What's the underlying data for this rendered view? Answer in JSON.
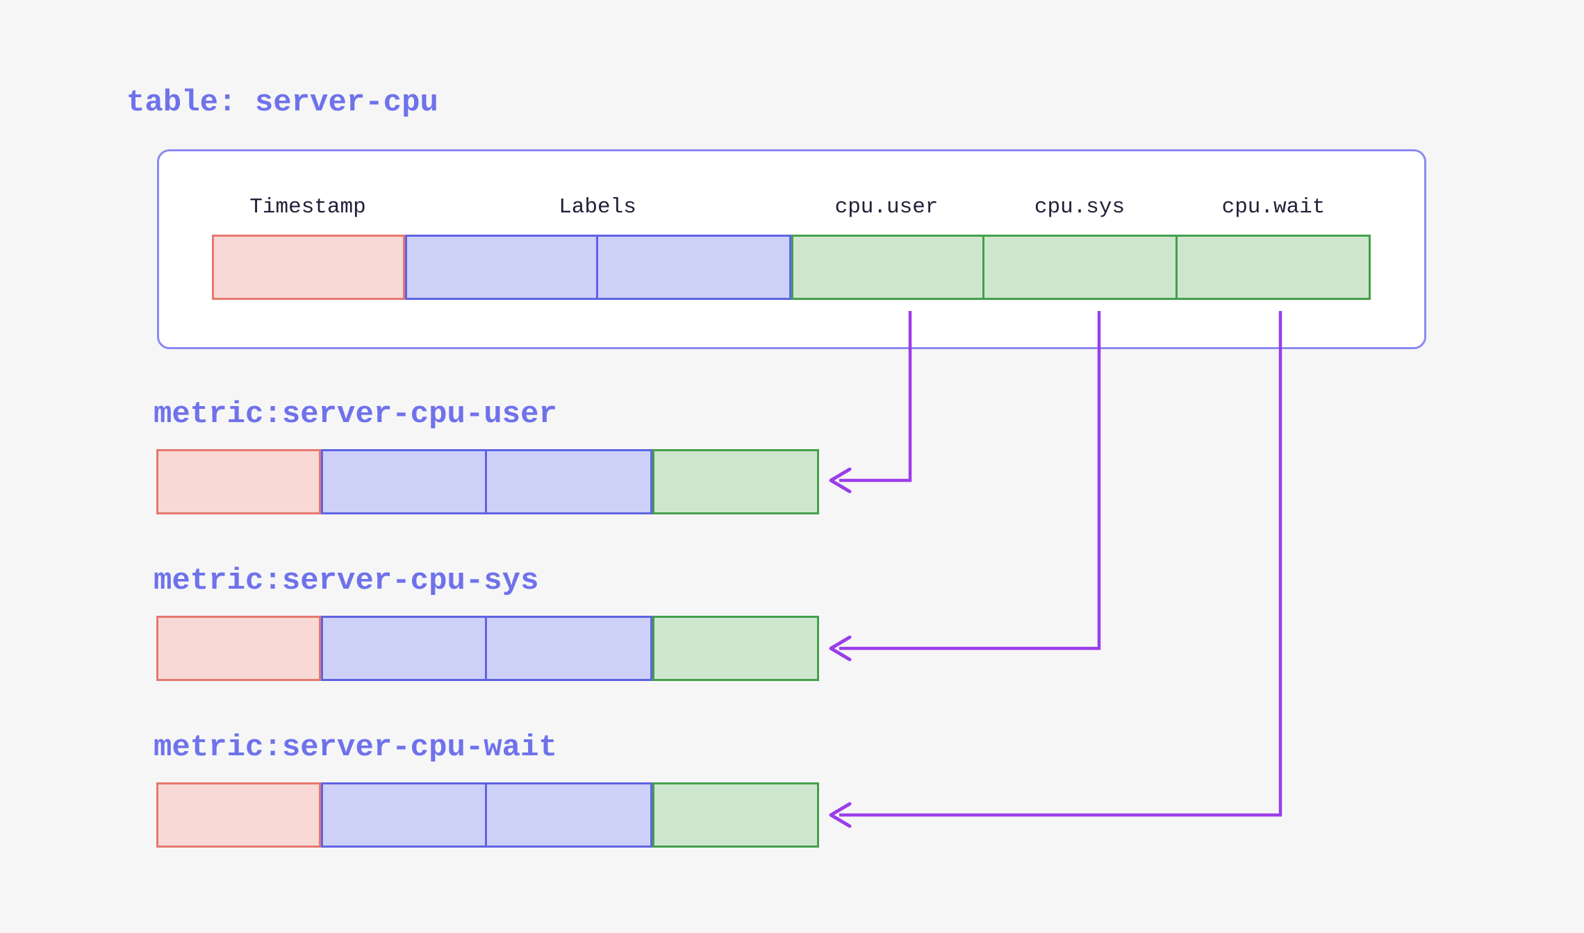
{
  "title": "table: server-cpu",
  "table": {
    "columns": [
      {
        "label": "Timestamp",
        "kind": "timestamp"
      },
      {
        "label": "Labels",
        "kind": "labels"
      },
      {
        "label": "cpu.user",
        "kind": "field"
      },
      {
        "label": "cpu.sys",
        "kind": "field"
      },
      {
        "label": "cpu.wait",
        "kind": "field"
      }
    ]
  },
  "metrics": [
    {
      "label": "metric:server-cpu-user",
      "source_column": "cpu.user"
    },
    {
      "label": "metric:server-cpu-sys",
      "source_column": "cpu.sys"
    },
    {
      "label": "metric:server-cpu-wait",
      "source_column": "cpu.wait"
    }
  ],
  "colors": {
    "background": "#F6F6F7",
    "accent_text": "#6F72EA",
    "header_text": "#241E38",
    "container_border": "#8A8BF2",
    "timestamp_fill": "#F8D9D6",
    "timestamp_border": "#E5786F",
    "labels_fill": "#CDD0F7",
    "labels_border": "#5E63E3",
    "field_fill": "#CFE6CE",
    "field_border": "#43A04B",
    "arrow": "#9B3DEA"
  }
}
